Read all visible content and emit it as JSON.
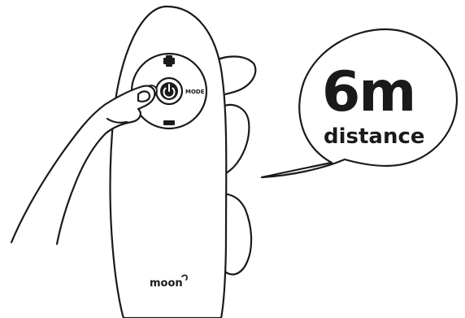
{
  "remote": {
    "mode_label": "MODE",
    "brand": "moon",
    "plus_symbol": "+",
    "minus_symbol": "−"
  },
  "callout": {
    "value": "6m",
    "caption": "distance"
  },
  "colors": {
    "line": "#1a1a1a",
    "background": "#ffffff"
  }
}
